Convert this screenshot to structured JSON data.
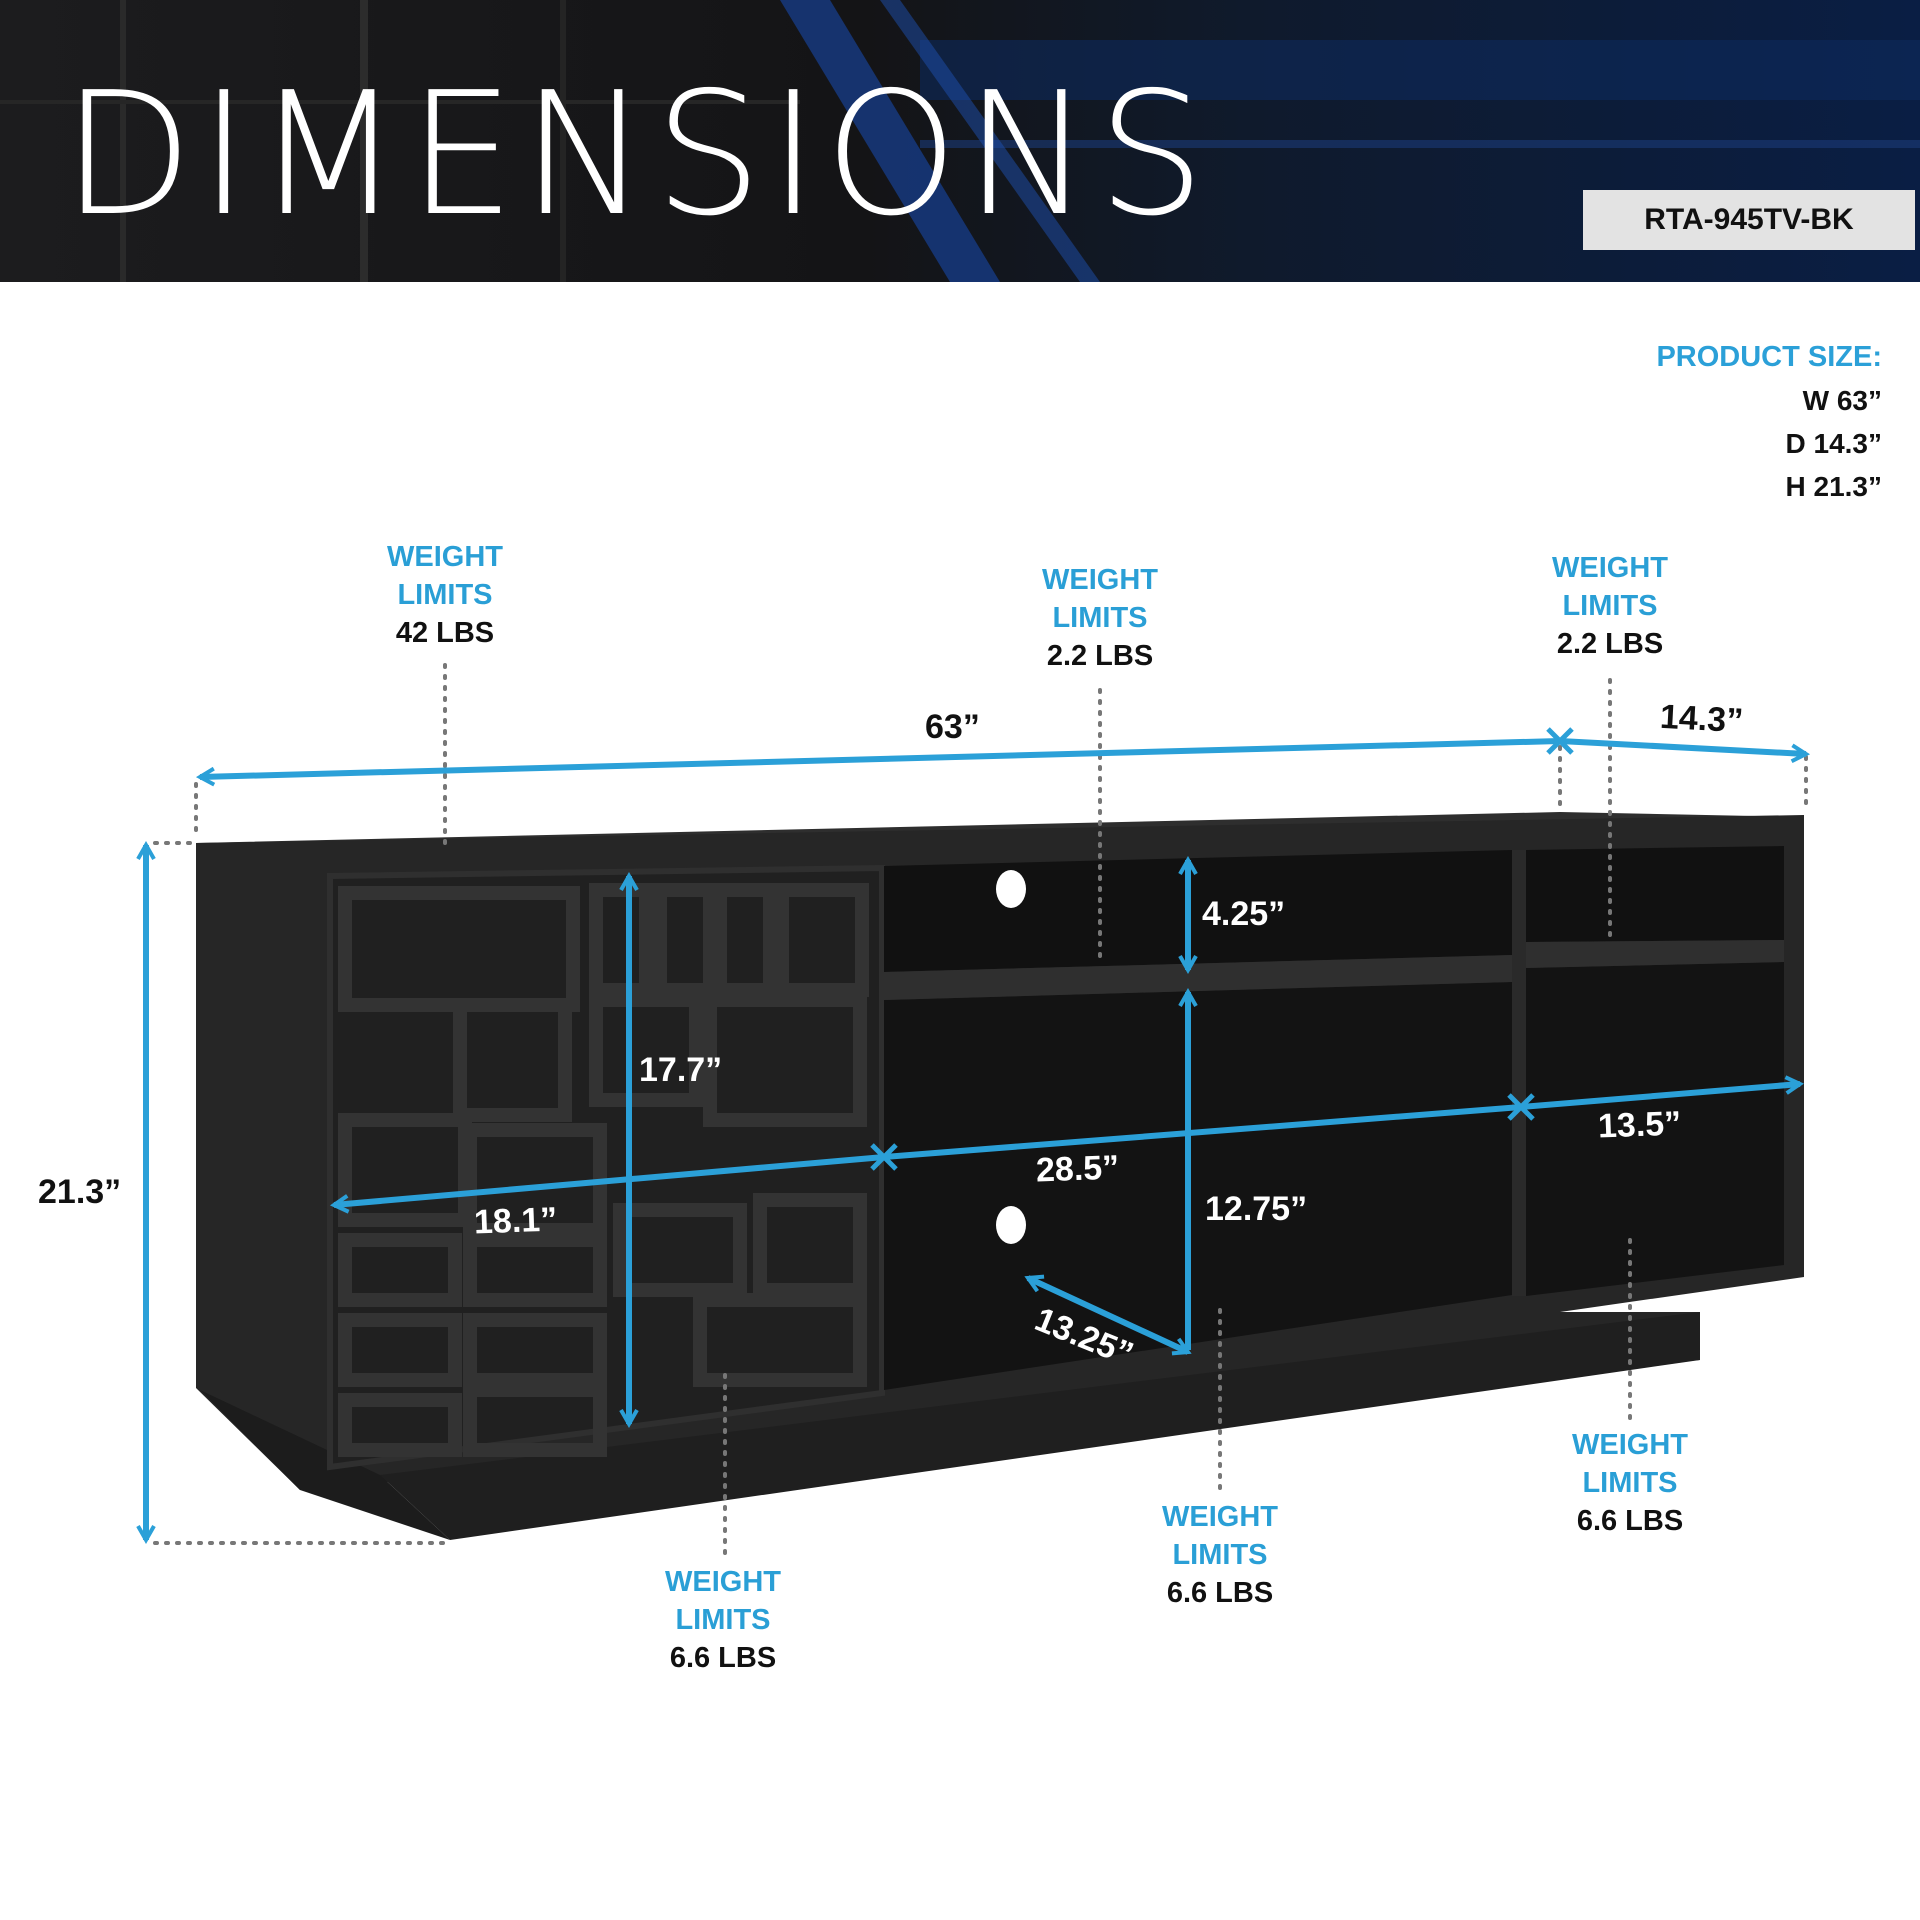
{
  "header": {
    "title": "DIMENSIONS",
    "model": "RTA-945TV-BK"
  },
  "product_size": {
    "heading": "PRODUCT SIZE:",
    "width": "W 63”",
    "depth": "D 14.3”",
    "height": "H 21.3”"
  },
  "weight_limits": [
    {
      "id": "top",
      "line1": "WEIGHT",
      "line2": "LIMITS",
      "value": "42 LBS"
    },
    {
      "id": "center-upper-shelf",
      "line1": "WEIGHT",
      "line2": "LIMITS",
      "value": "2.2 LBS"
    },
    {
      "id": "right-upper-shelf",
      "line1": "WEIGHT",
      "line2": "LIMITS",
      "value": "2.2 LBS"
    },
    {
      "id": "door-cabinet",
      "line1": "WEIGHT",
      "line2": "LIMITS",
      "value": "6.6 LBS"
    },
    {
      "id": "center-bottom",
      "line1": "WEIGHT",
      "line2": "LIMITS",
      "value": "6.6 LBS"
    },
    {
      "id": "right-bottom",
      "line1": "WEIGHT",
      "line2": "LIMITS",
      "value": "6.6 LBS"
    }
  ],
  "dimensions": {
    "overall_width": "63”",
    "overall_depth": "14.3”",
    "overall_height": "21.3”",
    "door_height": "17.7”",
    "door_width": "18.1”",
    "center_width": "28.5”",
    "right_width": "13.5”",
    "upper_opening": "4.25”",
    "lower_opening": "12.75”",
    "inner_depth": "13.25”"
  },
  "colors": {
    "accent_blue": "#2ba0d8",
    "cabinet": "#262626",
    "header_dark": "#111111"
  }
}
